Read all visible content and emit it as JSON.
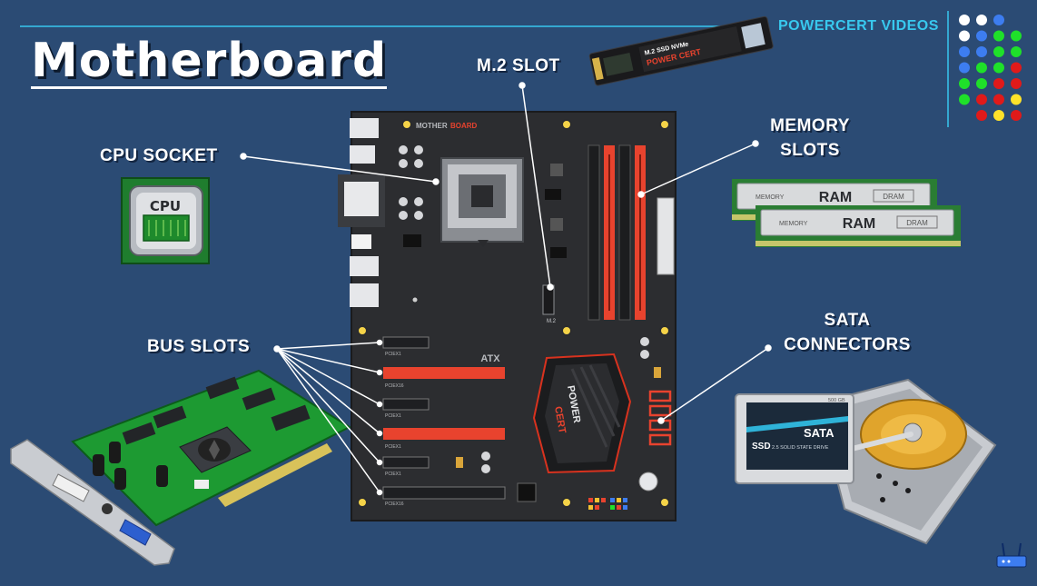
{
  "header": {
    "title": "Motherboard",
    "brand": "POWERCERT VIDEOS"
  },
  "labels": {
    "cpu_socket": "CPU SOCKET",
    "m2_slot": "M.2 SLOT",
    "memory_line1": "MEMORY",
    "memory_line2": "SLOTS",
    "bus_slots": "BUS SLOTS",
    "sata_line1": "SATA",
    "sata_line2": "CONNECTORS"
  },
  "board": {
    "brand_left": "MOTHER",
    "brand_right": "BOARD",
    "form_factor": "ATX",
    "m2_small": "M.2",
    "chipset_line1": "POWER",
    "chipset_line2": "CERT",
    "pcie_labels": [
      "PCIEX1",
      "PCIEX16",
      "PCIEX1",
      "PCIEX1",
      "PCIEX1",
      "PCIEX16"
    ]
  },
  "components": {
    "cpu_chip": "CPU",
    "ram_text": "RAM",
    "ram_left": "MEMORY",
    "ram_right": "DRAM",
    "ssd_brand": "SATA",
    "ssd_main": "SSD",
    "ssd_sub": "2.5 SOLID STATE DRIVE",
    "ssd_capacity": "500 GB",
    "m2_ssd_title": "M.2 SSD NVMe",
    "m2_ssd_brand": "POWER CERT"
  },
  "colors": {
    "background": "#2b4b74",
    "board": "#2c2d30",
    "accent_red": "#e8432e",
    "brand_cyan": "#38c8ee"
  },
  "dots": [
    [
      "#ffffff",
      "#ffffff",
      "#3d7df0",
      ""
    ],
    [
      "#ffffff",
      "#3d7df0",
      "#1fe02a",
      "#1fe02a"
    ],
    [
      "#3d7df0",
      "#3d7df0",
      "#1fe02a",
      "#1fe02a"
    ],
    [
      "#3d7df0",
      "#1fe02a",
      "#1fe02a",
      "#e01a1a"
    ],
    [
      "#1fe02a",
      "#1fe02a",
      "#e01a1a",
      "#e01a1a"
    ],
    [
      "#1fe02a",
      "#e01a1a",
      "#e01a1a",
      "#ffe22a"
    ],
    [
      "",
      "#e01a1a",
      "#ffe22a",
      "#e01a1a"
    ]
  ]
}
